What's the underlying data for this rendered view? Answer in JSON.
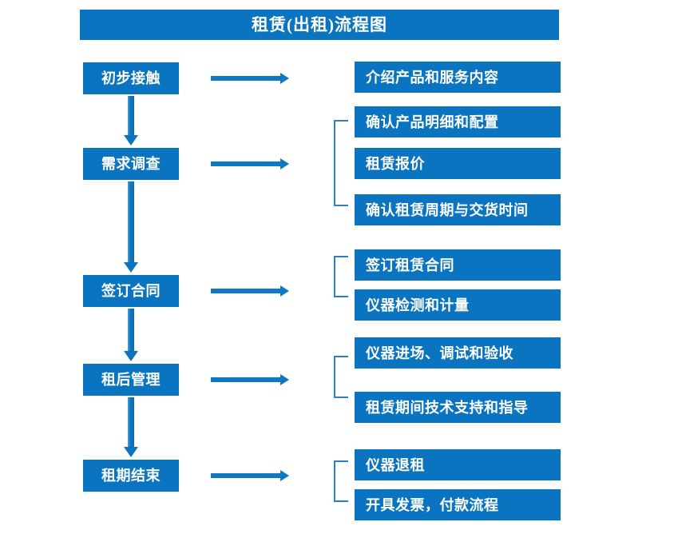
{
  "title": "租赁(出租)流程图",
  "theme": {
    "box_blue": "#0a74c0",
    "arrow_blue": "#0f78c2",
    "bracket_blue": "#2e7fc0",
    "text_color": "#ffffff",
    "background": "#ffffff"
  },
  "stages": [
    {
      "label": "初步接触"
    },
    {
      "label": "需求调查"
    },
    {
      "label": "签订合同"
    },
    {
      "label": "租后管理"
    },
    {
      "label": "租期结束"
    }
  ],
  "details": [
    {
      "label": "介绍产品和服务内容"
    },
    {
      "label": "确认产品明细和配置"
    },
    {
      "label": "租赁报价"
    },
    {
      "label": "确认租赁周期与交货时间"
    },
    {
      "label": "签订租赁合同"
    },
    {
      "label": "仪器检测和计量"
    },
    {
      "label": "仪器进场、调试和验收"
    },
    {
      "label": "租赁期间技术支持和指导"
    },
    {
      "label": "仪器退租"
    },
    {
      "label": "开具发票，付款流程"
    }
  ],
  "flow": {
    "stage_to_detail_arrows": 5,
    "stage_connector_arrows": 4,
    "bracket_groups": [
      {
        "stage": "需求调查",
        "details": [
          "确认产品明细和配置",
          "租赁报价",
          "确认租赁周期与交货时间"
        ]
      },
      {
        "stage": "签订合同",
        "details": [
          "签订租赁合同",
          "仪器检测和计量"
        ]
      },
      {
        "stage": "租后管理",
        "details": [
          "仪器进场、调试和验收",
          "租赁期间技术支持和指导"
        ]
      },
      {
        "stage": "租期结束",
        "details": [
          "仪器退租",
          "开具发票，付款流程"
        ]
      }
    ]
  }
}
